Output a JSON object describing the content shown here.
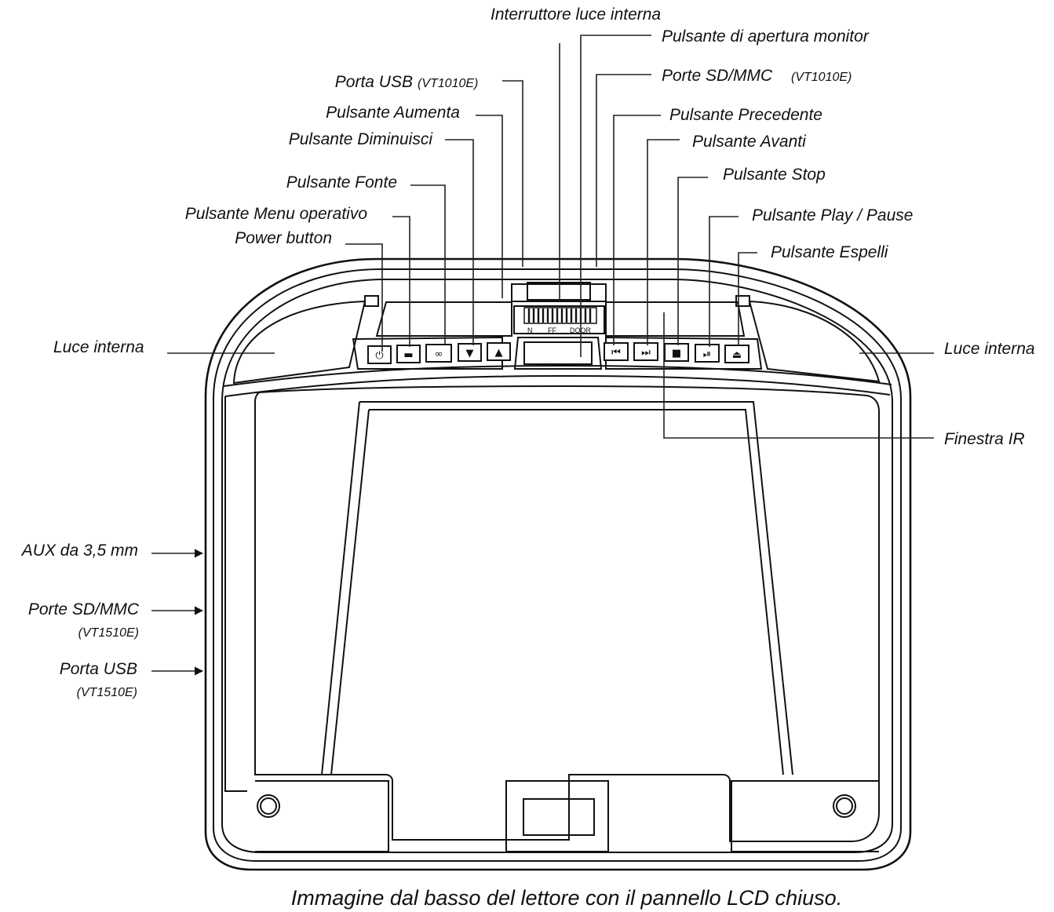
{
  "labels": {
    "interior_light_switch": "Interruttore luce interna",
    "monitor_open_button": "Pulsante di apertura monitor",
    "usb_port_top": "Porta USB",
    "usb_port_top_model": "(VT1010E)",
    "sd_mmc_top": "Porte SD/MMC",
    "sd_mmc_top_model": "(VT1010E)",
    "volume_up": "Pulsante Aumenta",
    "previous": "Pulsante Precedente",
    "volume_down": "Pulsante Diminuisci",
    "next": "Pulsante Avanti",
    "source": "Pulsante Fonte",
    "stop": "Pulsante Stop",
    "menu": "Pulsante Menu operativo",
    "play_pause": "Pulsante Play / Pause",
    "power": "Power button",
    "eject": "Pulsante Espelli",
    "interior_light_left": "Luce interna",
    "interior_light_right": "Luce interna",
    "ir_window": "Finestra IR",
    "aux": "AUX da 3,5 mm",
    "sd_mmc_side": "Porte SD/MMC",
    "sd_mmc_side_model": "(VT1510E)",
    "usb_side": "Porta USB",
    "usb_side_model": "(VT1510E)"
  },
  "switch_marks": {
    "n": "N",
    "ff": "FF",
    "door": "DOOR"
  },
  "button_icons": [
    {
      "id": "power",
      "icon": "power-icon",
      "glyph": "⏻"
    },
    {
      "id": "menu",
      "icon": "menu-icon",
      "glyph": "▬"
    },
    {
      "id": "source",
      "icon": "source-icon",
      "glyph": "∞"
    },
    {
      "id": "down",
      "icon": "triangle-down-icon",
      "glyph": "▼"
    },
    {
      "id": "up",
      "icon": "triangle-up-icon",
      "glyph": "▲"
    },
    {
      "id": "prev",
      "icon": "skip-back-icon",
      "glyph": "⏮"
    },
    {
      "id": "next",
      "icon": "skip-forward-icon",
      "glyph": "⏭"
    },
    {
      "id": "stop",
      "icon": "stop-icon",
      "glyph": "■"
    },
    {
      "id": "playpause",
      "icon": "play-pause-icon",
      "glyph": "⏯"
    },
    {
      "id": "eject",
      "icon": "eject-icon",
      "glyph": "⏏"
    }
  ],
  "caption": "Immagine dal basso del lettore con il pannello LCD chiuso."
}
